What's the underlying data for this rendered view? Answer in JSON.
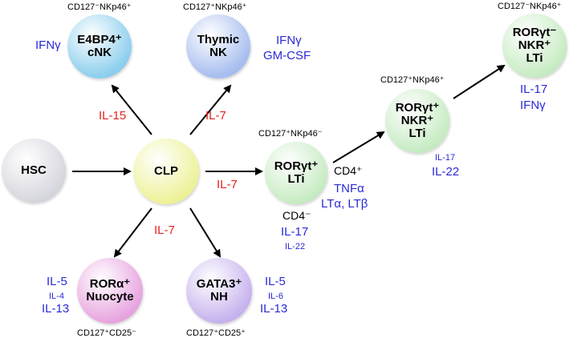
{
  "nodes": {
    "hsc": "HSC",
    "clp": "CLP",
    "e4bp4": [
      "E4BP4⁺",
      "cNK"
    ],
    "thymic": [
      "Thymic",
      "NK"
    ],
    "lti1": [
      "RORγt⁺",
      "LTi"
    ],
    "lti2": [
      "RORγt⁺",
      "NKR⁺",
      "LTi"
    ],
    "lti3": [
      "RORγt⁻",
      "NKR⁺",
      "LTi"
    ],
    "nuocyte": [
      "RORα⁺",
      "Nuocyte"
    ],
    "nh": [
      "GATA3⁺",
      "NH"
    ]
  },
  "surface_labels": {
    "cnk": "CD127⁻NKp46⁺",
    "thymic": "CD127⁺NKp46⁺",
    "lti1": "CD127⁺NKp46⁻",
    "lti2": "CD127⁺NKp46⁺",
    "lti3": "CD127⁻NKp46⁺",
    "nuocyte": "CD127⁺CD25⁻",
    "nh": "CD127⁺CD25⁺"
  },
  "interleukins": {
    "il15": "IL-15",
    "il7_thymic": "IL-7",
    "il7_lti": "IL-7",
    "il7_lower": "IL-7"
  },
  "cytokines": {
    "cnk_ifn": "IFNγ",
    "thymic_ifn": "IFNγ",
    "thymic_gmcsf": "GM-CSF",
    "lti1_tnfa": "TNFα",
    "lti1_lta": "LTα, LTβ",
    "lti1_il17": "IL-17",
    "lti1_il22": "IL-22",
    "lti2_il17": "IL-17",
    "lti2_il22": "IL-22",
    "lti3_il17": "IL-17",
    "lti3_ifn": "IFNγ",
    "nuo_il5": "IL-5",
    "nuo_il4": "IL-4",
    "nuo_il13": "IL-13",
    "nh_il5": "IL-5",
    "nh_il6": "IL-6",
    "nh_il13": "IL-13"
  },
  "markers": {
    "cd4_pos": "CD4⁺",
    "cd4_neg": "CD4⁻"
  },
  "colors": {
    "cytokine": "#2a2ad8",
    "interleukin": "#e8221c",
    "hsc": "#d4d4dc",
    "clp": "#eef29a",
    "cnk": "#8fd0ee",
    "thymic": "#a9bff0",
    "lti": "#c8ecc4",
    "nuocyte": "#e8a6e0",
    "nh": "#c8b4ee"
  }
}
